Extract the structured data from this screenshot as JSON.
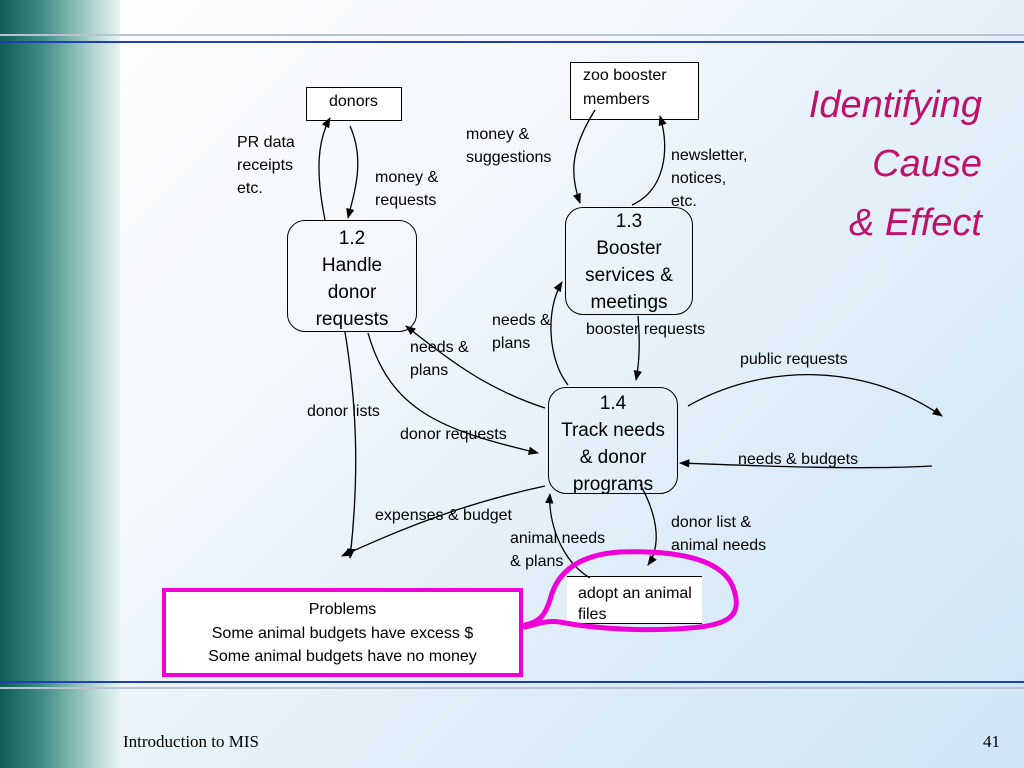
{
  "title": [
    "Identifying",
    "Cause",
    "& Effect"
  ],
  "entities": {
    "donors": "donors",
    "zoo_booster_members": [
      "zoo booster",
      "members"
    ]
  },
  "processes": {
    "p12": [
      "1.2",
      "Handle",
      "donor",
      "requests"
    ],
    "p13": [
      "1.3",
      "Booster",
      "services &",
      "meetings"
    ],
    "p14": [
      "1.4",
      "Track needs",
      "& donor",
      "programs"
    ]
  },
  "data_store": [
    "adopt an animal",
    "files"
  ],
  "flows": {
    "pr_data": [
      "PR data",
      "receipts",
      "etc."
    ],
    "money_requests": [
      "money &",
      "requests"
    ],
    "money_suggestions": [
      "money &",
      "suggestions"
    ],
    "newsletter": [
      "newsletter,",
      "notices,",
      "etc."
    ],
    "needs_plans_right": [
      "needs &",
      "plans"
    ],
    "needs_plans_left": [
      "needs &",
      "plans"
    ],
    "booster_requests": "booster requests",
    "public_requests": "public requests",
    "donor_lists": "donor lists",
    "donor_requests": "donor requests",
    "needs_budgets": "needs & budgets",
    "expenses_budget": "expenses & budget",
    "animal_needs_plans": [
      "animal needs",
      "& plans"
    ],
    "donor_list_animal_needs": [
      "donor list &",
      "animal needs"
    ]
  },
  "problems": [
    "Problems",
    "Some animal budgets have excess $",
    "Some animal budgets have no money"
  ],
  "footer": {
    "left": "Introduction to MIS",
    "page": "41"
  },
  "colors": {
    "title": "#c0116a",
    "highlight": "#ee00d6",
    "rule": "#1f3fb4",
    "accent_green": "#0f5e55"
  }
}
